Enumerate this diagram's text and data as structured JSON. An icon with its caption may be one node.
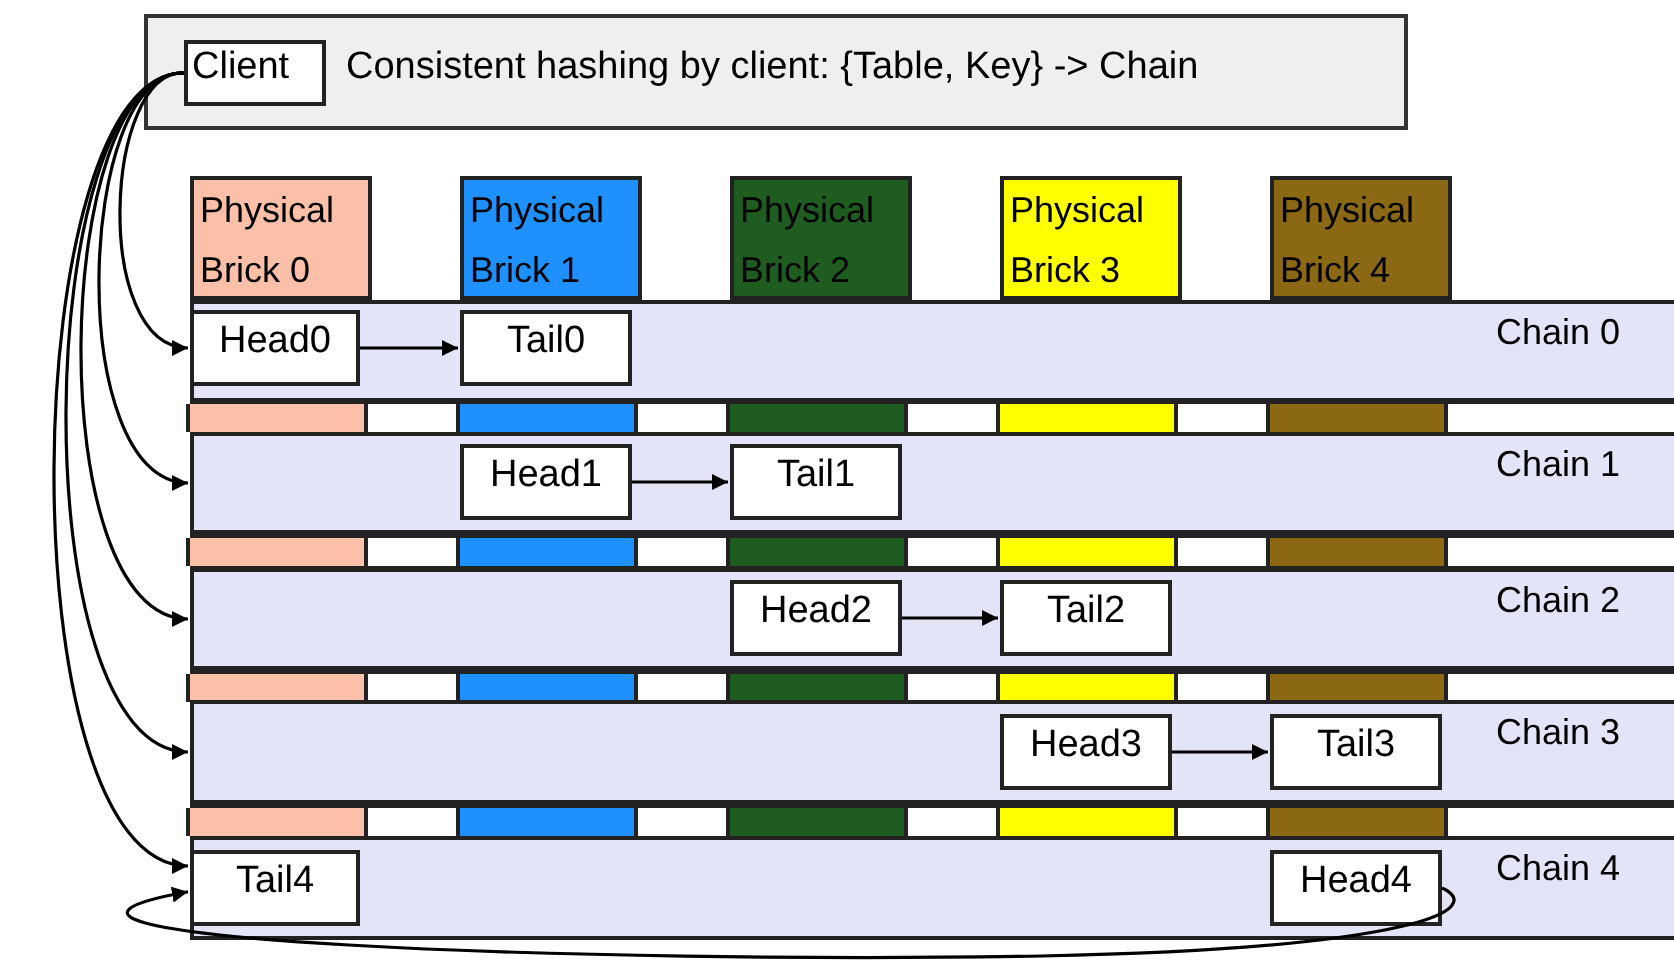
{
  "diagram": {
    "nodes": [
      {
        "text": [
          "Consistent hashing by client: {Table, Key} -> Chain"
        ]
      },
      {
        "text": [
          "Client"
        ],
        "in": 0
      },
      {
        "text": [
          "Physical Brick 0"
        ]
      },
      {
        "text": [
          "Physical Brick 1"
        ]
      },
      {
        "text": [
          "Physical Brick 2"
        ]
      },
      {
        "text": [
          "Physical Brick 3"
        ]
      },
      {
        "text": [
          "Physical Brick 4"
        ]
      },
      {
        "text": [
          "Chain 0"
        ]
      },
      {
        "text": [
          "Head0"
        ],
        "in": 7
      },
      {
        "text": [
          "Tail0"
        ],
        "in": 7
      },
      {
        "text": [
          "Chain 1"
        ]
      },
      {
        "text": [
          "Head1"
        ],
        "in": 10
      },
      {
        "text": [
          "Tail1"
        ],
        "in": 10
      },
      {
        "text": [
          "Chain 2"
        ]
      },
      {
        "text": [
          "Head2"
        ],
        "in": 13
      },
      {
        "text": [
          "Tail2"
        ],
        "in": 13
      },
      {
        "text": [
          "Chain 3"
        ]
      },
      {
        "text": [
          "Head3"
        ],
        "in": 16
      },
      {
        "text": [
          "Tail3"
        ],
        "in": 16
      },
      {
        "text": [
          "Chain 4"
        ]
      },
      {
        "text": [
          "Tail4"
        ],
        "in": 19
      },
      {
        "text": [
          "Head4"
        ],
        "in": 19
      }
    ],
    "edges": [
      {
        "from": 1,
        "to": 8,
        "arrow": "to"
      },
      {
        "from": 1,
        "to": 10,
        "arrow": "to"
      },
      {
        "from": 1,
        "to": 13,
        "arrow": "to"
      },
      {
        "from": 1,
        "to": 16,
        "arrow": "to"
      },
      {
        "from": 1,
        "to": 20,
        "arrow": "to"
      },
      {
        "from": 8,
        "to": 9,
        "arrow": "to"
      },
      {
        "from": 11,
        "to": 12,
        "arrow": "to"
      },
      {
        "from": 14,
        "to": 15,
        "arrow": "to"
      },
      {
        "from": 17,
        "to": 18,
        "arrow": "to"
      },
      {
        "from": 21,
        "to": 20,
        "arrow": "to"
      }
    ]
  }
}
